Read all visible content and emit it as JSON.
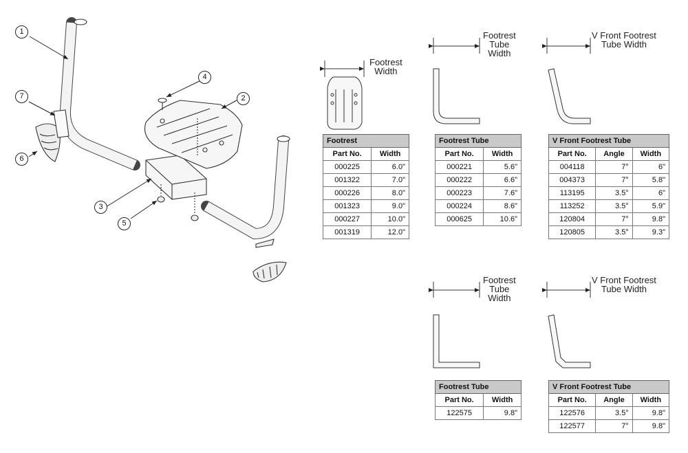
{
  "callouts": [
    "1",
    "2",
    "3",
    "4",
    "5",
    "6",
    "7"
  ],
  "dimensions": {
    "footrest_width": [
      "Footrest",
      "Width"
    ],
    "footrest_tube_width": [
      "Footrest",
      "Tube",
      "Width"
    ],
    "v_front_tube_width": [
      "V Front Footrest",
      "Tube Width"
    ]
  },
  "tables": {
    "footrest": {
      "title": "Footrest",
      "headers": [
        "Part No.",
        "Width"
      ],
      "rows": [
        [
          "000225",
          "6.0\""
        ],
        [
          "001322",
          "7.0\""
        ],
        [
          "000226",
          "8.0\""
        ],
        [
          "001323",
          "9.0\""
        ],
        [
          "000227",
          "10.0\""
        ],
        [
          "001319",
          "12.0\""
        ]
      ]
    },
    "footrest_tube": {
      "title": "Footrest Tube",
      "headers": [
        "Part No.",
        "Width"
      ],
      "rows": [
        [
          "000221",
          "5.6\""
        ],
        [
          "000222",
          "6.6\""
        ],
        [
          "000223",
          "7.6\""
        ],
        [
          "000224",
          "8.6\""
        ],
        [
          "000625",
          "10.6\""
        ]
      ]
    },
    "v_front_tube": {
      "title": "V Front Footrest Tube",
      "headers": [
        "Part No.",
        "Angle",
        "Width"
      ],
      "rows": [
        [
          "004118",
          "7°",
          "6\""
        ],
        [
          "004373",
          "7°",
          "5.8\""
        ],
        [
          "113195",
          "3.5°",
          "6\""
        ],
        [
          "113252",
          "3.5°",
          "5.9\""
        ],
        [
          "120804",
          "7°",
          "9.8\""
        ],
        [
          "120805",
          "3.5°",
          "9.3\""
        ]
      ]
    },
    "footrest_tube_2": {
      "title": "Footrest Tube",
      "headers": [
        "Part No.",
        "Width"
      ],
      "rows": [
        [
          "122575",
          "9.8\""
        ]
      ]
    },
    "v_front_tube_2": {
      "title": "V Front Footrest Tube",
      "headers": [
        "Part No.",
        "Angle",
        "Width"
      ],
      "rows": [
        [
          "122576",
          "3.5°",
          "9.8\""
        ],
        [
          "122577",
          "7°",
          "9.8\""
        ]
      ]
    }
  }
}
